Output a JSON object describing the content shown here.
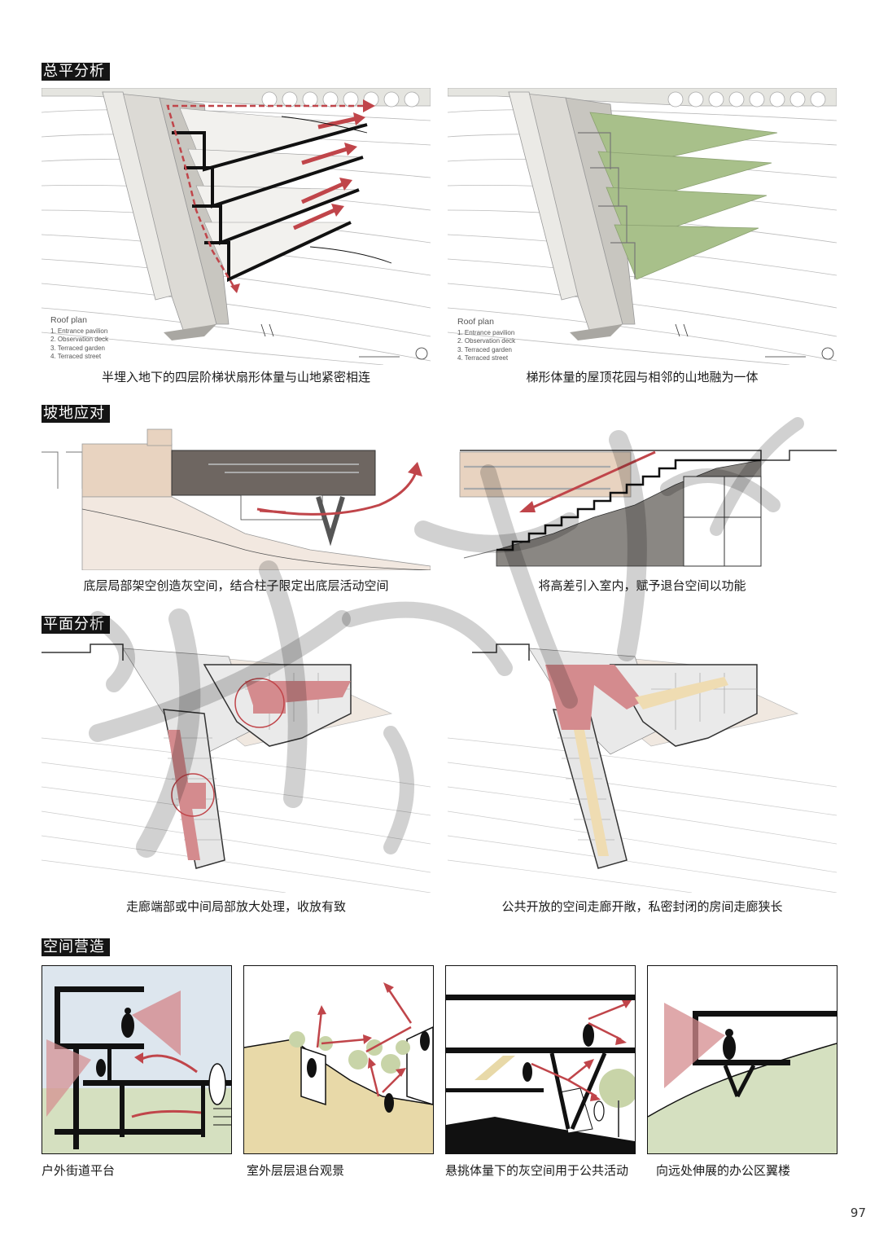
{
  "sections": {
    "site": "总平分析",
    "slope": "坡地应对",
    "plan": "平面分析",
    "space": "空间营造"
  },
  "roof_plan": {
    "title": "Roof plan",
    "items": [
      "1. Entrance pavilion",
      "2. Observation deck",
      "3. Terraced garden",
      "4. Terraced street"
    ]
  },
  "captions": {
    "site_left": "半埋入地下的四层阶梯状扇形体量与山地紧密相连",
    "site_right": "梯形体量的屋顶花园与相邻的山地融为一体",
    "slope_left": "底层局部架空创造灰空间，结合柱子限定出底层活动空间",
    "slope_right": "将高差引入室内，赋予退台空间以功能",
    "plan_left": "走廊端部或中间局部放大处理，收放有致",
    "plan_right": "公共开放的空间走廊开敞，私密封闭的房间走廊狭长",
    "space_1": "户外街道平台",
    "space_2": "室外层层退台观景",
    "space_3": "悬挑体量下的灰空间用于公共活动",
    "space_4": "向远处伸展的办公区翼楼"
  },
  "page_number": "97",
  "colors": {
    "accent_red": "#c0454a",
    "garden_green": "#a8c08a",
    "dark_volume": "#6e6661",
    "tan_volume": "#e8d3c0",
    "corridor_yellow": "#efdcb2"
  }
}
